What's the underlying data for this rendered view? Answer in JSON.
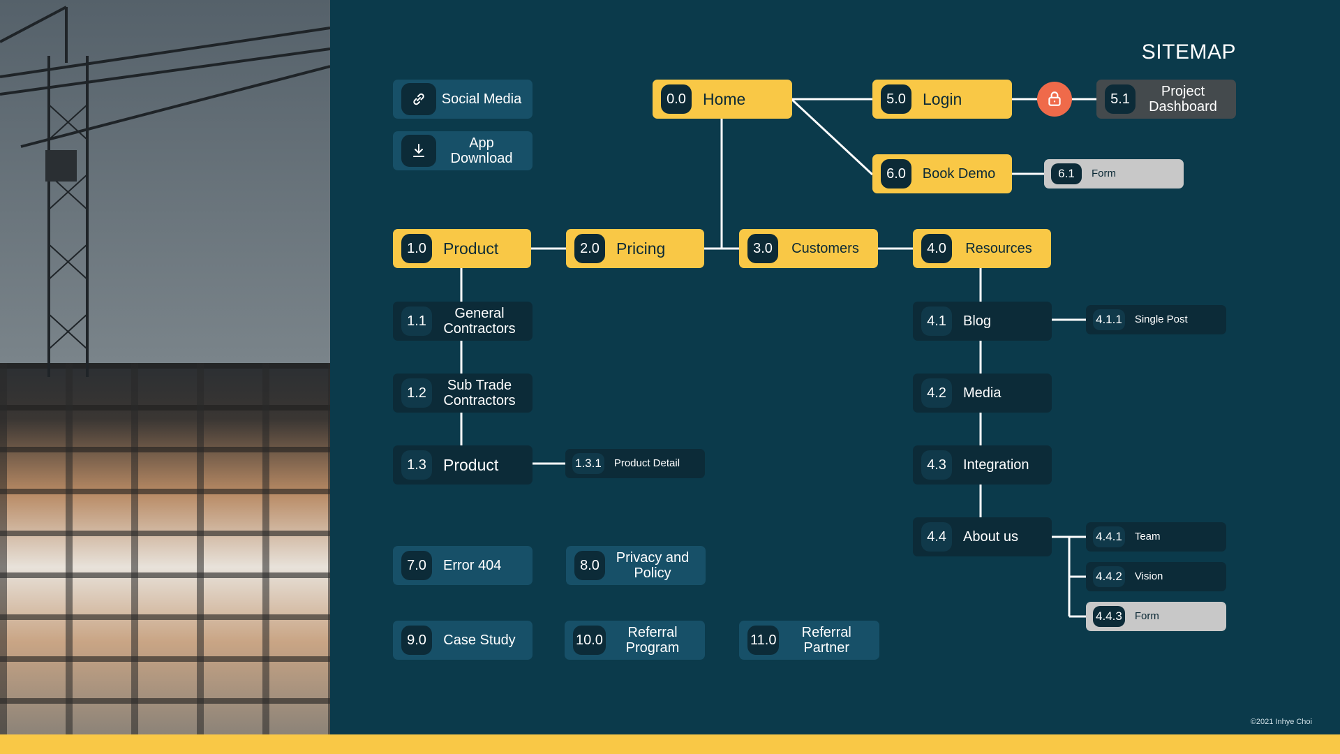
{
  "title": "SITEMAP",
  "copyright": "©2021 Inhye Choi",
  "colors": {
    "background": "#0b3a4b",
    "primary_yellow": "#f9c846",
    "dark_node": "#0c2b38",
    "teal_node": "#175068",
    "lock_orange": "#ef6a4a",
    "gray_node": "#c8c8c8"
  },
  "photo": {
    "icon": "construction-crane-photo"
  },
  "utility": {
    "social": {
      "icon": "link-icon",
      "label": "Social Media"
    },
    "app": {
      "icon": "download-icon",
      "label": "App Download"
    }
  },
  "nodes": {
    "home": {
      "num": "0.0",
      "label": "Home"
    },
    "login": {
      "num": "5.0",
      "label": "Login"
    },
    "lock": {
      "icon": "lock-icon"
    },
    "dashboard": {
      "num": "5.1",
      "label": "Project Dashboard"
    },
    "bookdemo": {
      "num": "6.0",
      "label": "Book Demo"
    },
    "form61": {
      "num": "6.1",
      "label": "Form"
    },
    "product": {
      "num": "1.0",
      "label": "Product"
    },
    "pricing": {
      "num": "2.0",
      "label": "Pricing"
    },
    "customers": {
      "num": "3.0",
      "label": "Customers"
    },
    "resources": {
      "num": "4.0",
      "label": "Resources"
    },
    "gc": {
      "num": "1.1",
      "label": "General Contractors"
    },
    "stc": {
      "num": "1.2",
      "label": "Sub Trade Contractors"
    },
    "product13": {
      "num": "1.3",
      "label": "Product"
    },
    "pd": {
      "num": "1.3.1",
      "label": "Product Detail"
    },
    "blog": {
      "num": "4.1",
      "label": "Blog"
    },
    "singlepost": {
      "num": "4.1.1",
      "label": "Single Post"
    },
    "media": {
      "num": "4.2",
      "label": "Media"
    },
    "integration": {
      "num": "4.3",
      "label": "Integration"
    },
    "about": {
      "num": "4.4",
      "label": "About us"
    },
    "team": {
      "num": "4.4.1",
      "label": "Team"
    },
    "vision": {
      "num": "4.4.2",
      "label": "Vision"
    },
    "form443": {
      "num": "4.4.3",
      "label": "Form"
    },
    "error": {
      "num": "7.0",
      "label": "Error 404"
    },
    "privacy": {
      "num": "8.0",
      "label": "Privacy and Policy"
    },
    "case": {
      "num": "9.0",
      "label": "Case Study"
    },
    "referralprog": {
      "num": "10.0",
      "label": "Referral Program"
    },
    "referralpart": {
      "num": "11.0",
      "label": "Referral Partner"
    }
  }
}
